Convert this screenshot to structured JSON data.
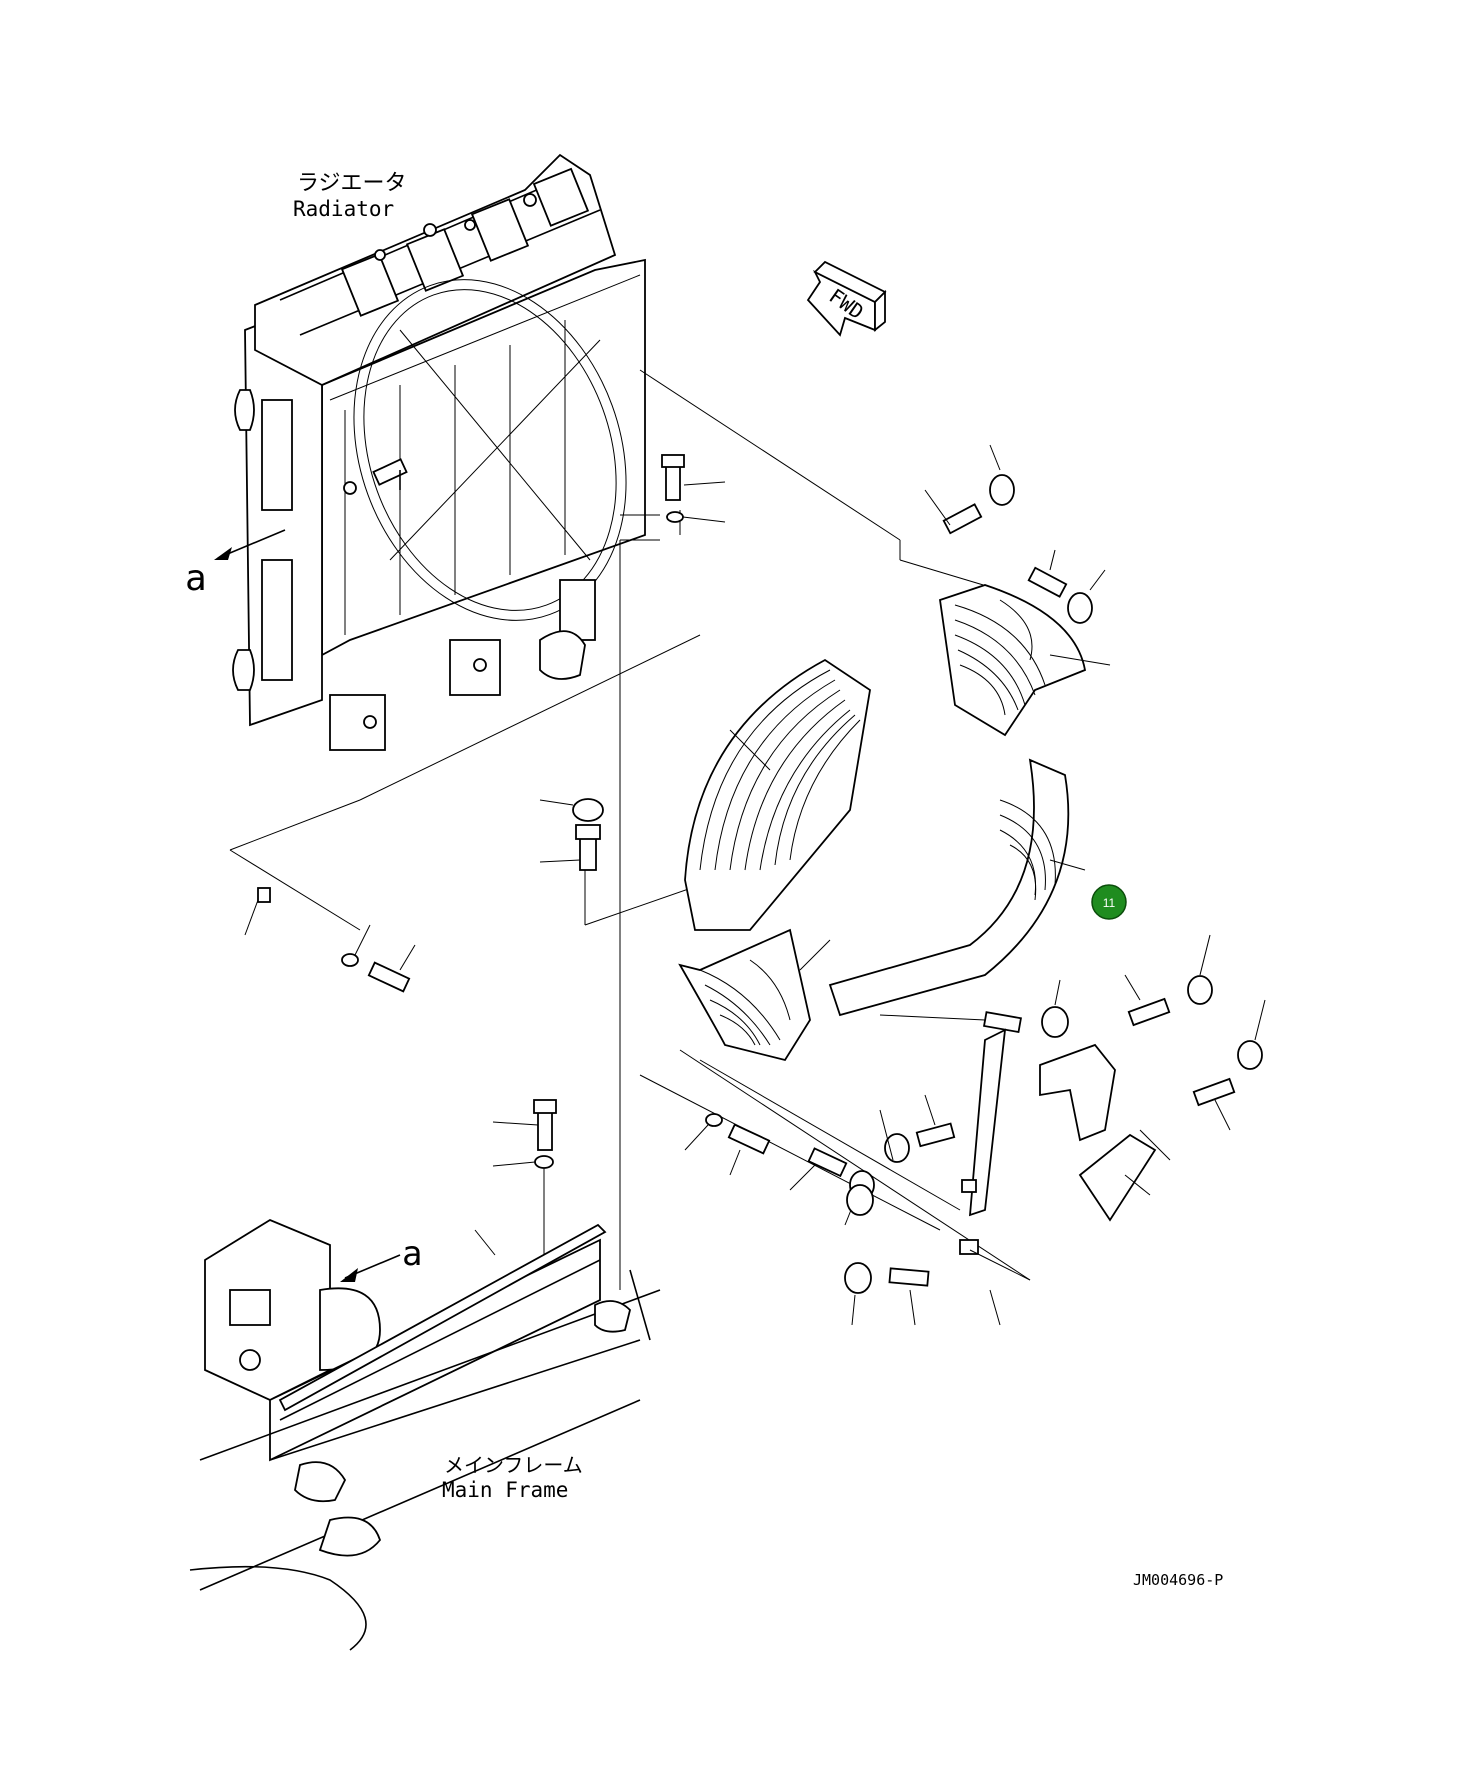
{
  "labels": {
    "radiator_jp": "ラジエータ",
    "radiator_en": "Radiator",
    "fwd": "FWD",
    "view_a_top": "a",
    "view_a_bottom": "a",
    "mainframe_jp": "メインフレーム",
    "mainframe_en": "Main Frame",
    "drawing_code": "JM004696-P"
  },
  "callouts": [
    {
      "number": "11",
      "color": "#1f8c1f"
    }
  ],
  "colors": {
    "line": "#000000",
    "background": "#ffffff",
    "callout": "#1f8c1f"
  }
}
